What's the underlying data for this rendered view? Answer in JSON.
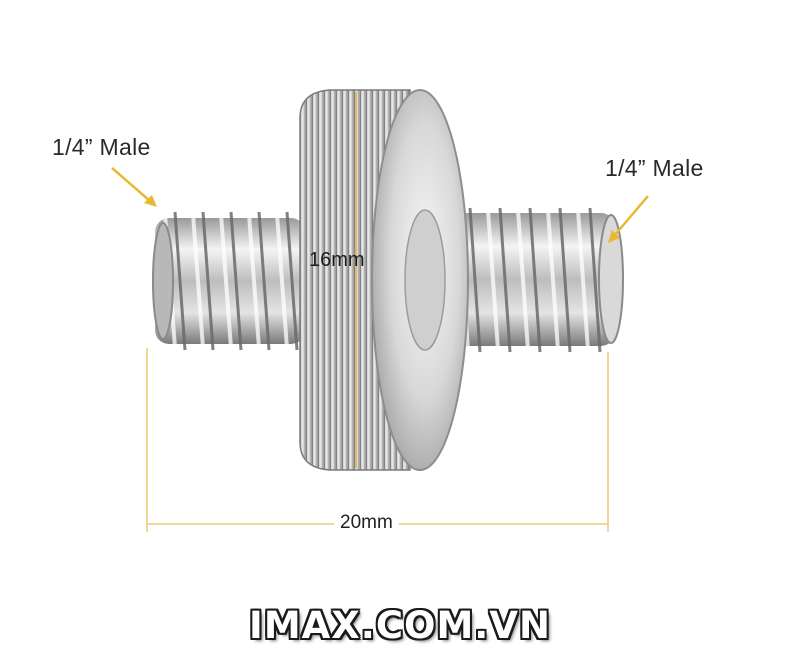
{
  "labels": {
    "left_thread": "1/4” Male",
    "right_thread": "1/4” Male",
    "knob_diameter": "16mm",
    "total_length": "20mm"
  },
  "watermark": "IMAX.COM.VN",
  "colors": {
    "arrow": "#e8b930",
    "dimension_line": "#f0c878",
    "metal_light": "#f2f2f2",
    "metal_dark": "#6e6e6e"
  }
}
